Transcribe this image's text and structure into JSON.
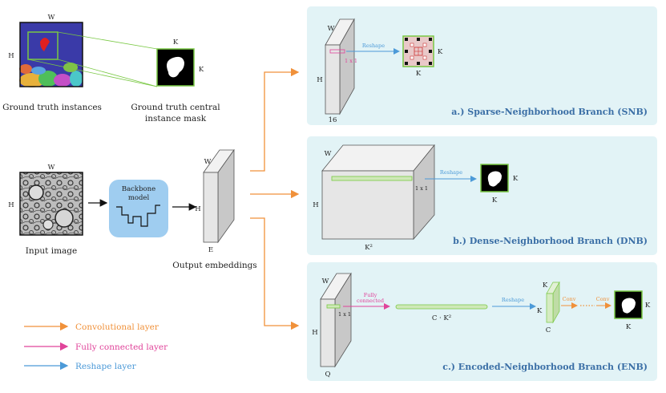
{
  "top_left": {
    "gt_instances_caption": "Ground truth instances",
    "gt_mask_caption": [
      "Ground truth central",
      "instance mask"
    ],
    "label_W": "W",
    "label_H": "H",
    "label_K": "K"
  },
  "middle_left": {
    "input_caption": "Input image",
    "backbone_label": [
      "Backbone",
      "model"
    ],
    "output_caption": "Output embeddings",
    "label_E": "E"
  },
  "branches": {
    "snb": {
      "title": "a.) Sparse-Neighborhood Branch (SNB)",
      "reshape": "Reshape",
      "kernel": "1 x 1",
      "depth": "16"
    },
    "dnb": {
      "title": "b.) Dense-Neighborhood Branch (DNB)",
      "reshape": "Reshape",
      "kernel": "1 x 1",
      "depth": "K²"
    },
    "enb": {
      "title": "c.) Encoded-Neighborhood Branch (ENB)",
      "fc_label": [
        "Fully",
        "connected"
      ],
      "kernel": "1 x 1",
      "vector_label": "C · K²",
      "reshape": "Reshape",
      "conv1": "Conv",
      "conv2": "Conv",
      "depth_Q": "Q",
      "depth_C": "C"
    }
  },
  "legend": {
    "items": [
      {
        "label": "Convolutional layer",
        "color": "#f0913a"
      },
      {
        "label": "Fully connected layer",
        "color": "#e0449a"
      },
      {
        "label": "Reshape layer",
        "color": "#4c9ad8"
      }
    ]
  },
  "colors": {
    "panel_bg": "#e2f3f6",
    "backbone_bg": "#9fcdf0",
    "green": "#79c843",
    "title_blue": "#3b6fa6"
  }
}
